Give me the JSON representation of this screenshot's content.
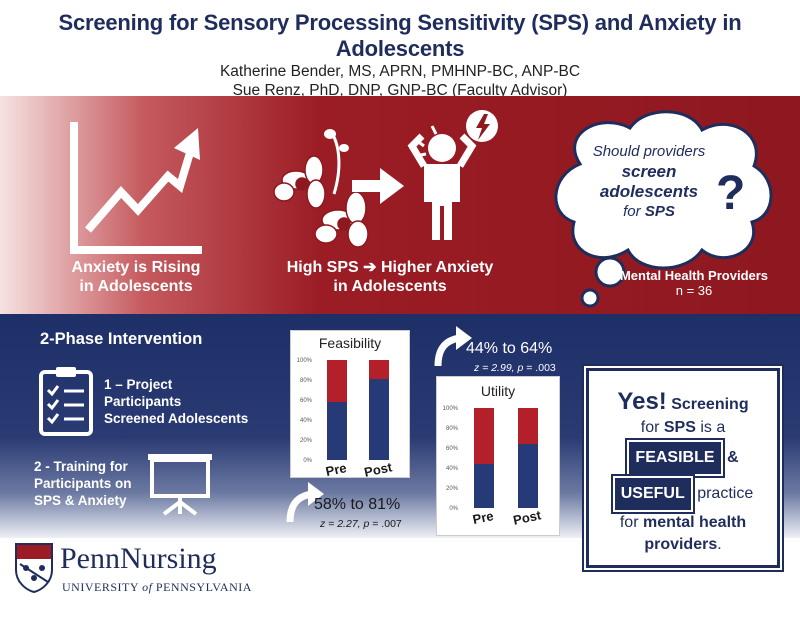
{
  "header": {
    "title": "Screening for Sensory Processing Sensitivity (SPS) and Anxiety in Adolescents",
    "author1": "Katherine Bender, MS, APRN, PMHNP-BC, ANP-BC",
    "author2": "Sue Renz, PhD, DNP, GNP-BC (Faculty Advisor)"
  },
  "top": {
    "rising_line1": "Anxiety is Rising",
    "rising_line2": "in Adolescents",
    "sps_line1": "High SPS ➔ Higher Anxiety",
    "sps_line2": "in Adolescents",
    "question_line1": "Should providers",
    "question_line2": "screen",
    "question_line3": "adolescents",
    "question_line4a": "for ",
    "question_line4b": "SPS",
    "question_mark": "?",
    "providers_label": "Mental Health Providers",
    "providers_n": "n = 36"
  },
  "intervention": {
    "title": "2-Phase Intervention",
    "step1_line1": "1 – Project",
    "step1_line2": "Participants",
    "step1_line3": "Screened Adolescents",
    "step2_line1": "2 - Training for",
    "step2_line2": "Participants on",
    "step2_line3": "SPS & Anxiety"
  },
  "feasibility": {
    "title": "Feasibility",
    "change": "58% to 81%",
    "stat_prefix": "z = 2.27, ",
    "stat_p": "p",
    "stat_suffix": " = .007"
  },
  "utility": {
    "title": "Utility",
    "change": "44% to 64%",
    "stat_prefix": "z = 2.99, ",
    "stat_p": "p",
    "stat_suffix": " = .003"
  },
  "chart_data": [
    {
      "type": "bar",
      "title": "Feasibility",
      "categories": [
        "Pre",
        "Post"
      ],
      "series": [
        {
          "name": "",
          "values": [
            58,
            81
          ],
          "color": "#263a78"
        },
        {
          "name": "",
          "values": [
            42,
            19
          ],
          "color": "#b3202a"
        }
      ],
      "yticks": [
        "0%",
        "20%",
        "40%",
        "60%",
        "80%",
        "100%"
      ],
      "ylim": [
        0,
        100
      ],
      "stacked": true
    },
    {
      "type": "bar",
      "title": "Utility",
      "categories": [
        "Pre",
        "Post"
      ],
      "series": [
        {
          "name": "",
          "values": [
            44,
            64
          ],
          "color": "#263a78"
        },
        {
          "name": "",
          "values": [
            56,
            36
          ],
          "color": "#b3202a"
        }
      ],
      "yticks": [
        "0%",
        "20%",
        "40%",
        "60%",
        "80%",
        "100%"
      ],
      "ylim": [
        0,
        100
      ],
      "stacked": true
    }
  ],
  "conclusion": {
    "yes": "Yes!",
    "screening": "Screening",
    "for": "for ",
    "sps": "SPS",
    "is_a": " is a",
    "feasible": "FEASIBLE",
    "amp": "&",
    "useful": "USEFUL",
    "practice": "practice",
    "for2": "for ",
    "mental_health": "mental health",
    "providers": "providers",
    "period": "."
  },
  "logo": {
    "penn": "Penn",
    "nursing": "Nursing",
    "university": "University",
    "of": "of",
    "pennsylvania": "Pennsylvania"
  },
  "colors": {
    "navy": "#1f2d5c",
    "red": "#9b1c24"
  }
}
